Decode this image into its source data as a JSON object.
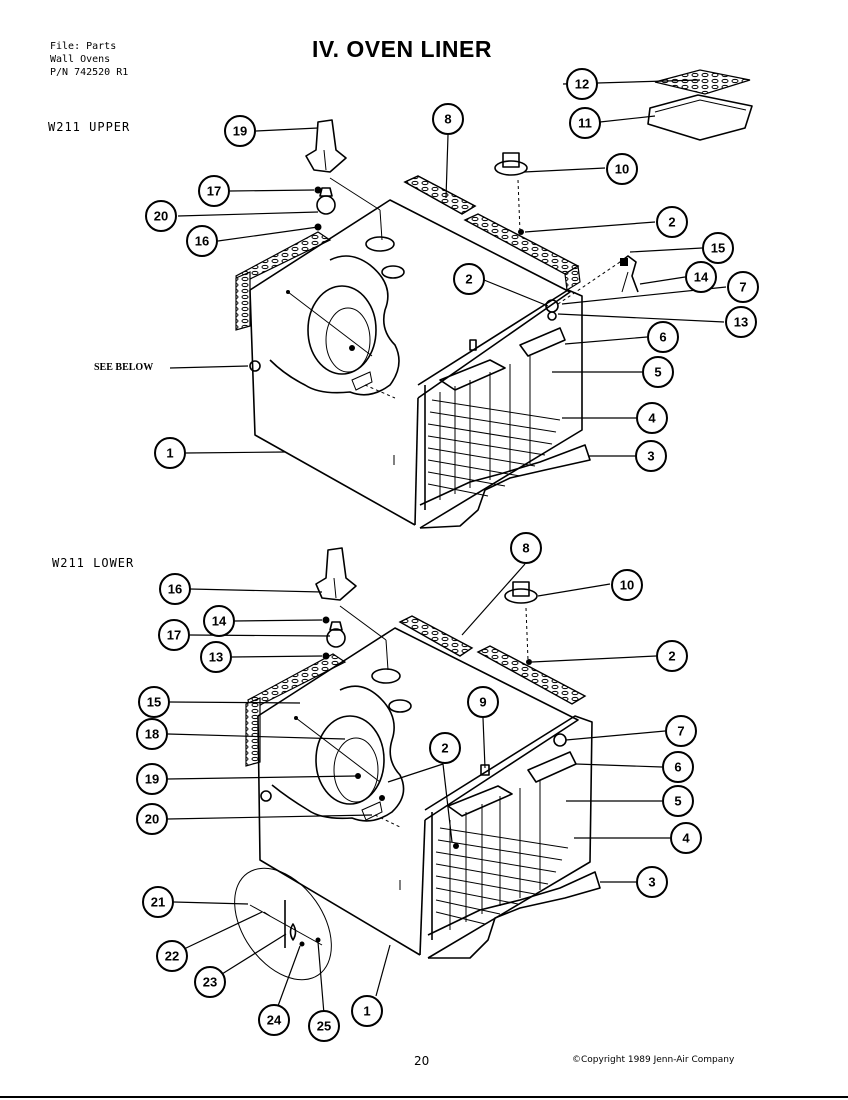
{
  "header": {
    "file_lines": [
      "File: Parts",
      "Wall Ovens",
      "P/N 742520 R1"
    ],
    "title": "IV. OVEN LINER"
  },
  "sections": {
    "upper_label": "W211   UPPER",
    "lower_label": "W211   LOWER",
    "see_below": "SEE BELOW"
  },
  "upper_callouts": [
    "19",
    "17",
    "20",
    "16",
    "8",
    "10",
    "12",
    "11",
    "2",
    "15",
    "14",
    "7",
    "2",
    "13",
    "6",
    "5",
    "4",
    "3",
    "1"
  ],
  "lower_callouts": [
    "8",
    "16",
    "14",
    "17",
    "13",
    "10",
    "2",
    "15",
    "18",
    "9",
    "2",
    "7",
    "19",
    "6",
    "20",
    "5",
    "4",
    "3",
    "21",
    "22",
    "23",
    "24",
    "25",
    "1"
  ],
  "footer": {
    "page_number": "20",
    "copyright": "©Copyright 1989 Jenn-Air Company"
  }
}
